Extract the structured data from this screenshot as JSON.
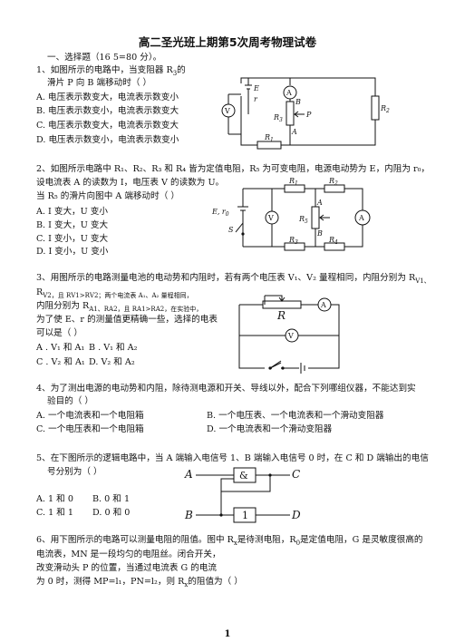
{
  "title": "高二圣光班上期第5次周考物理试卷",
  "section1": "一、选择题（16  5=80 分）。",
  "q1": {
    "stem1": "1、如图所示的电路中，当变阻器 R",
    "stem1_sub": "3",
    "stem1_end": "的",
    "stem2": "滑片 P 向 B 端移动时（    ）",
    "options": [
      "A. 电压表示数变大，电流表示数变小",
      "B. 电压表示数变小，电流表示数变大",
      "C. 电压表示数变大，电流表示数变大",
      "D. 电压表示数变小，电流表示数变小"
    ],
    "labels": {
      "E": "E",
      "r": "r",
      "A": "A",
      "B": "B",
      "R3": "R",
      "R3s": "3",
      "P": "P",
      "R2": "R",
      "R2s": "2",
      "V": "V",
      "R1": "R",
      "R1s": "1",
      "Am": "A"
    }
  },
  "q2": {
    "line1": "2、如图所示电路中 R₁、R₂、R₃ 和 R₄ 皆为定值电阻，R₅ 为可变电阻，电源电动势为 E，内阻为 r₀，",
    "line2": "设电流表 A 的读数为 I，电压表 V 的读数为 U。",
    "line3": "当 R₅ 的滑片向图中 A 端移动时（        ）",
    "options": [
      "A. I 变大，U 变小",
      "B. I 变大，U 变大",
      "C. I 变小，U 变大",
      "D. I 变小，U 变小"
    ],
    "labels": {
      "R1": "R",
      "R1s": "1",
      "R2": "R",
      "R2s": "2",
      "E": "E, r",
      "Es": "0",
      "S": "S",
      "V": "V",
      "A": "A",
      "R5": "R",
      "R5s": "5",
      "B": "B",
      "Am": "A",
      "R3": "R",
      "R3s": "3",
      "R4": "R",
      "R4s": "4"
    }
  },
  "q3": {
    "line1": "3、用图所示的电路测量电池的电动势和内阻时，若有两个电压表 V₁、V₂ 量程相同，内阻分别为 R",
    "line1b": "V1、",
    "line2": "R",
    "line2b": "V2，且 R",
    "line2c": "V1>R",
    "line2d": "V2；两个电流表 A₁、A₂ 量程相同，",
    "line3": "内阻分别为 R",
    "line3b": "A1、R",
    "line3c": "A2，且 R",
    "line3d": "A1>R",
    "line3e": "A2，在实验中，",
    "line4": "为了使 E、r 的测量值更精确一些，选择的电表",
    "line5": "可以是（      ）",
    "optA": "A . V₁ 和 A₁",
    "optB": "B . V₁ 和 A₂",
    "optC": "C . V₂ 和 A₁",
    "optD": "D. V₂ 和 A₂",
    "labels": {
      "R": "R",
      "A": "A",
      "V": "V"
    }
  },
  "q4": {
    "line1": "4、为了测出电源的电动势和内阻，除待测电源和开关、导线以外，配合下列哪组仪器，不能达到实",
    "line2": "验目的（      ）",
    "optA": "A.  一个电流表和一个电阻箱",
    "optB": "B.  一个电压表、一个电流表和一个滑动变阻器",
    "optC": "C.  一个电压表和一个电阻箱",
    "optD": "D.  一个电流表和一个滑动变阻器"
  },
  "q5": {
    "line1": "5、在下图所示的逻辑电路中，当 A 端输入电信号 1、B 端输入电信号 0 时，在 C 和 D 端输出的电信",
    "line2": "号分别为（    ）",
    "optA": "A. 1 和 0",
    "optB": "B. 0 和 1",
    "optC": "C. 1 和 1",
    "optD": "D. 0 和 0",
    "labels": {
      "A": "A",
      "C": "C",
      "B": "B",
      "D": "D",
      "and": "&",
      "not": "1"
    }
  },
  "q6": {
    "line1": "6、用下图所示的电路可以测量电阻的阻值。图中 R",
    "line1b": "x",
    "line1c": "是待测电阻，R",
    "line1d": "0",
    "line1e": "是定值电阻，G 是灵敏度很高的",
    "line2": "电流表，MN 是一段均匀的电阻丝。闭合开关，",
    "line3": "改变滑动头 P 的位置，当通过电流表 G 的电流",
    "line4": "为 0 时，测得 MP=l₁，PN=l₂，则 R",
    "line4b": "x",
    "line4c": "的阻值为（      ）"
  },
  "page_number": "1"
}
